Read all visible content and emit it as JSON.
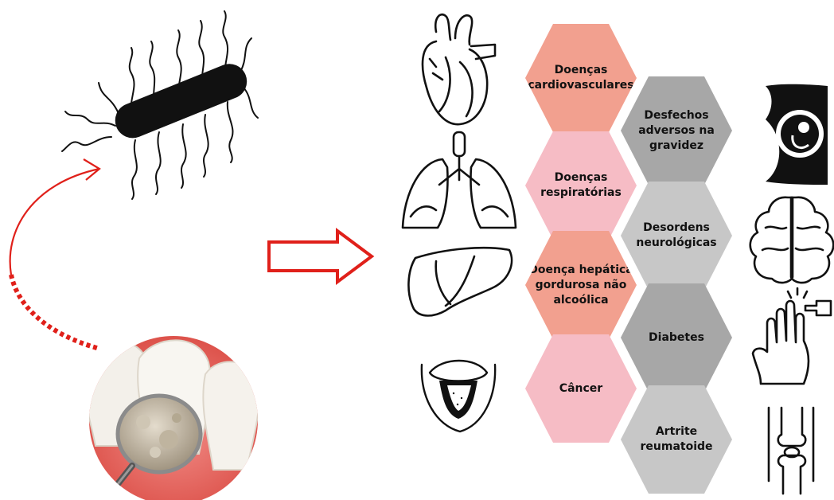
{
  "colors": {
    "salmon": "#f2a08f",
    "pink": "#f6bcc5",
    "gray_dark": "#a7a7a7",
    "gray_light": "#c7c7c7",
    "red_arrow": "#e0201a",
    "icon": "#111111"
  },
  "left_group": {
    "bacterium_icon": "bacterium-icon",
    "connector_arrow": "curved-red-arrow",
    "plaque_photo": "dental-plaque-magnifier-photo"
  },
  "main_arrow": "hollow-red-arrow-right",
  "organ_icons": [
    "heart-icon",
    "lungs-icon",
    "liver-icon",
    "mouth-icon"
  ],
  "systemic_icons": [
    "pregnancy-icon",
    "brain-icon",
    "hand-glucose-test-icon",
    "knee-joint-icon"
  ],
  "diseases_left": [
    {
      "label": "Doenças cardiovasculares",
      "color": "salmon"
    },
    {
      "label": "Doenças respiratórias",
      "color": "pink"
    },
    {
      "label": "Doença hepática gordurosa não alcoólica",
      "color": "salmon"
    },
    {
      "label": "Câncer",
      "color": "pink"
    }
  ],
  "diseases_right": [
    {
      "label": "Desfechos adversos na gravidez",
      "color": "gray_dark"
    },
    {
      "label": "Desordens neurológicas",
      "color": "gray_light"
    },
    {
      "label": "Diabetes",
      "color": "gray_dark"
    },
    {
      "label": "Artrite reumatoide",
      "color": "gray_light"
    }
  ]
}
